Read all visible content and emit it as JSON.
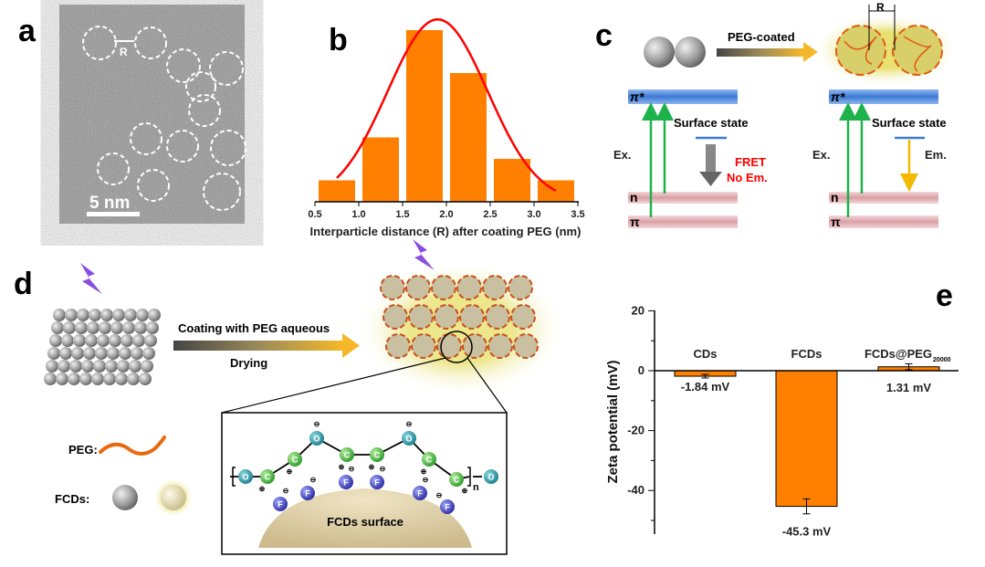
{
  "panels": {
    "a": {
      "label": "a",
      "scale_bar": "5 nm",
      "distance_marker": "R"
    },
    "b": {
      "label": "b"
    },
    "c": {
      "label": "c",
      "arrow_text": "PEG-coated",
      "distance_marker": "R",
      "left": {
        "pi_star": "π*",
        "n": "n",
        "pi": "π",
        "excitation": "Ex.",
        "surface_state": "Surface state",
        "fret": "FRET",
        "no_emission": "No Em."
      },
      "right": {
        "pi_star": "π*",
        "n": "n",
        "pi": "π",
        "excitation": "Ex.",
        "surface_state": "Surface state",
        "emission": "Em."
      }
    },
    "d": {
      "label": "d",
      "arrow_top": "Coating with PEG aqueous",
      "arrow_bottom": "Drying",
      "legend_peg": "PEG:",
      "legend_fcds": "FCDs:",
      "surface_label": "FCDs surface",
      "repeat_n": "n",
      "atoms": {
        "O": "O",
        "C": "C",
        "F": "F"
      }
    },
    "e": {
      "label": "e"
    }
  },
  "colors": {
    "bar": "#ff8000",
    "fit": "#ff0000",
    "green_arrow": "#1db34a",
    "emission": "#f5b800",
    "pi_star_band": "#4a86d8",
    "n_band": "#e8b4b8",
    "fret": "#ff0000"
  },
  "chart_data": [
    {
      "type": "bar",
      "title": "",
      "xlabel": "Interparticle distance (R) after coating PEG (nm)",
      "ylabel": "",
      "bin_edges": [
        0.5,
        1.0,
        1.5,
        2.0,
        2.5,
        3.0,
        3.5
      ],
      "counts": [
        1,
        3,
        8,
        6,
        2,
        1
      ],
      "xticks": [
        "0.5",
        "1.0",
        "1.5",
        "2.0",
        "2.5",
        "3.0",
        "3.5"
      ],
      "xlim": [
        0.5,
        3.5
      ],
      "fit": {
        "type": "gaussian",
        "center": 1.9,
        "amplitude": 8.5,
        "sigma": 0.57,
        "x_range": [
          0.75,
          3.25
        ]
      }
    },
    {
      "type": "bar",
      "title": "",
      "xlabel": "",
      "ylabel": "Zeta potential (mV)",
      "categories": [
        "CDs",
        "FCDs",
        "FCDs@PEG"
      ],
      "category_subscripts": [
        "",
        "",
        "20000"
      ],
      "values": [
        -1.84,
        -45.3,
        1.31
      ],
      "errors": [
        0.6,
        2.5,
        1.0
      ],
      "value_labels": [
        "-1.84 mV",
        "-45.3 mV",
        "1.31 mV"
      ],
      "yticks": [
        "20",
        "0",
        "-20",
        "-40"
      ],
      "ylim": [
        -54,
        20
      ]
    }
  ]
}
